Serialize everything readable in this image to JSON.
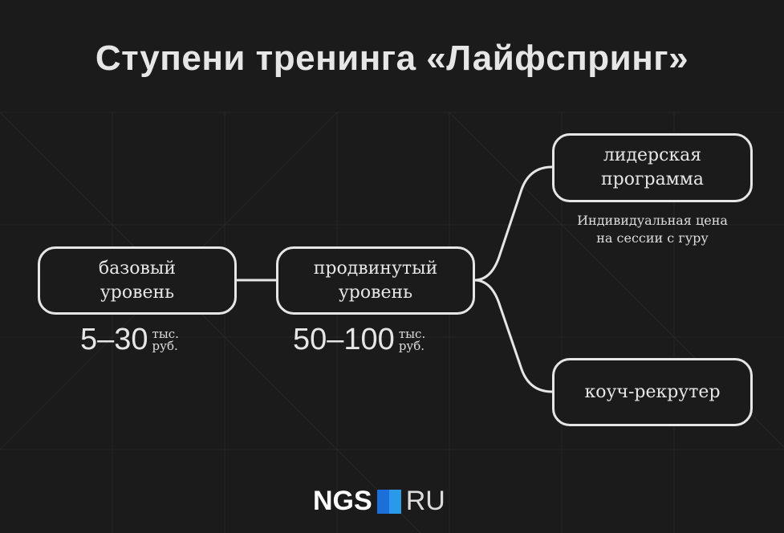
{
  "title": "Ступени тренинга «Лайфспринг»",
  "nodes": {
    "basic": {
      "line1": "базовый",
      "line2": "уровень"
    },
    "advanced": {
      "line1": "продвинутый",
      "line2": "уровень"
    },
    "leader": {
      "line1": "лидерская",
      "line2": "программа"
    },
    "coach": {
      "line1": "коуч-рекрутер"
    }
  },
  "prices": {
    "basic": {
      "value": "5–30",
      "unit1": "тыс.",
      "unit2": "руб."
    },
    "advanced": {
      "value": "50–100",
      "unit1": "тыс.",
      "unit2": "руб."
    }
  },
  "leader_note": {
    "line1": "Индивидуальная цена",
    "line2": "на сессии с гуру"
  },
  "logo": {
    "left": "NGS",
    "right": "RU"
  },
  "colors": {
    "background": "#1b1b1b",
    "stroke": "#e6e6e6",
    "logo_blue": "#1a6fd8"
  }
}
